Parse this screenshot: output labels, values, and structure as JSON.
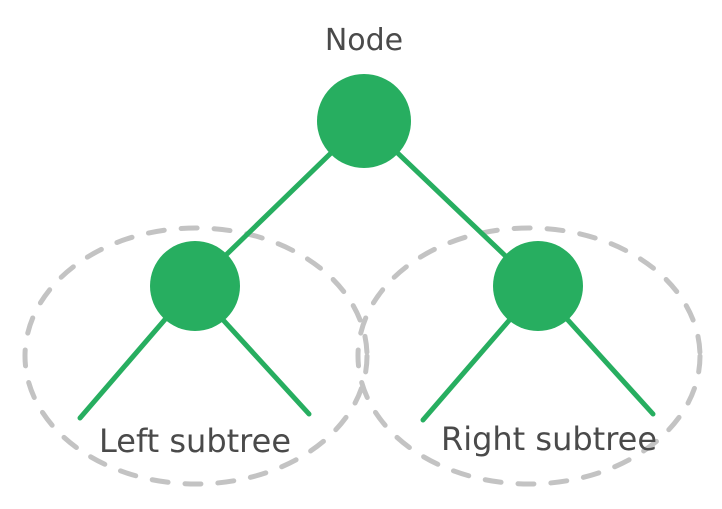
{
  "diagram": {
    "root_label": "Node",
    "left_subtree_label": "Left subtree",
    "right_subtree_label": "Right subtree"
  },
  "colors": {
    "node_fill": "#27AE60",
    "edge_stroke": "#27AE60",
    "subtree_outline": "#C3C3C3",
    "label_text": "#4A4A4A"
  }
}
